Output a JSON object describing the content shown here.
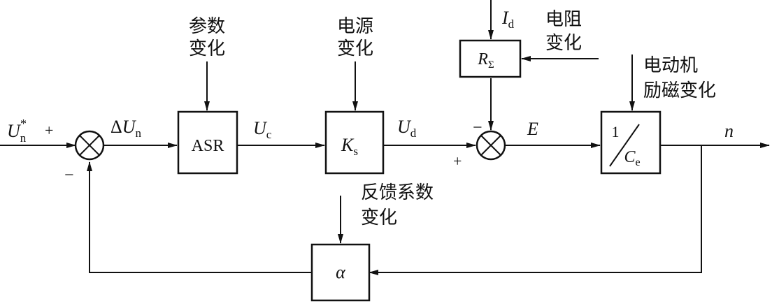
{
  "colors": {
    "line": "#111111",
    "background": "#ffffff"
  },
  "signals": {
    "un_star": {
      "main": "U",
      "sub": "n",
      "sup": "*"
    },
    "delta_un": {
      "delta": "Δ",
      "main": "U",
      "sub": "n"
    },
    "uc": {
      "main": "U",
      "sub": "c"
    },
    "ud": {
      "main": "U",
      "sub": "d"
    },
    "e": "E",
    "n": "n",
    "id": {
      "main": "I",
      "sub": "d"
    }
  },
  "signs": {
    "sum1_plus": "+",
    "sum1_minus": "−",
    "sum2_plus": "+",
    "sum2_minus": "−"
  },
  "blocks": {
    "asr": "ASR",
    "ks": {
      "main": "K",
      "sub": "s"
    },
    "rsum": {
      "main": "R",
      "sub": "Σ"
    },
    "motor": {
      "num": "1",
      "den_main": "C",
      "den_sub": "e"
    },
    "alpha": "α"
  },
  "disturbances": {
    "param": [
      "参数",
      "变化"
    ],
    "power": [
      "电源",
      "变化"
    ],
    "resistance": [
      "电阻",
      "变化"
    ],
    "excitation": [
      "电动机",
      "励磁变化"
    ],
    "feedback": [
      "反馈系数",
      "变化"
    ]
  }
}
